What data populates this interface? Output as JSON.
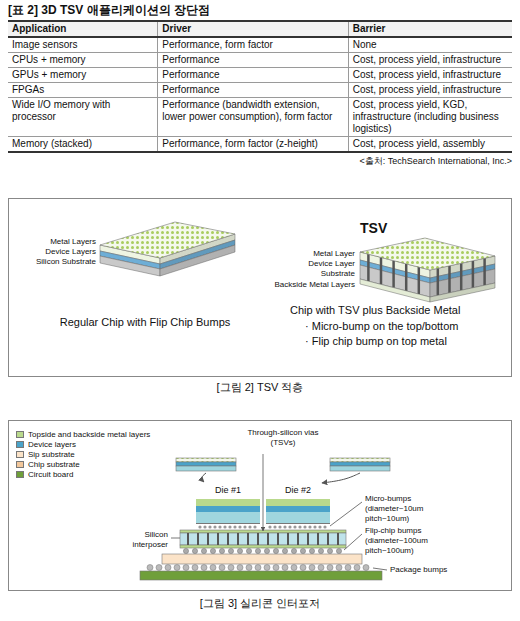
{
  "diagram": {
    "title": "[표 2] 3D TSV 애플리케이션의 장단점",
    "nodes": [
      {
        "text": [
          "Die #1"
        ]
      },
      {
        "text": [
          "Die #2"
        ]
      }
    ],
    "labels": [
      "Application",
      "Driver",
      "Barrier",
      "Image sensors",
      "Performance, form factor",
      "None",
      "CPUs + memory",
      "Performance",
      "Cost, process yield, infrastructure",
      "GPUs + memory",
      "Performance",
      "Cost, process yield, infrastructure",
      "FPGAs",
      "Performance",
      "Cost, process yield, infrastructure",
      "Wide I/O memory with processor",
      "Performance (bandwidth extension, lower power consumption), form factor",
      "Cost, process yield, KGD, infrastructure (including business logistics)",
      "Memory (stacked)",
      "Performance, form factor (z-height)",
      "Cost, process yield, assembly",
      "<출처: TechSearch International, Inc.>",
      "Metal Layers",
      "Device Layers",
      "Silicon Substrate",
      "TSV",
      "Metal Layer",
      "Device Layer",
      "Substrate",
      "Backside Metal Layers",
      "Regular Chip with Flip Chip Bumps",
      "Chip with TSV plus Backside Metal",
      "· Micro-bump on the top/bottom",
      "· Flip chip bump on top metal",
      "[그림 2] TSV 적층",
      "Through-silicon vias (TSVs)",
      "Silicon interposer",
      "Micro-bumps (diameter~10um pitch~10um)",
      "Flip-chip bumps (diameter~100um pitch~100um)",
      "Package bumps",
      "[그림 3] 실리콘 인터포저"
    ],
    "legend": [
      {
        "text": "Topside and backside metal layers",
        "color": "#b9d98c"
      },
      {
        "text": "Device layers",
        "color": "#4aa3c9"
      },
      {
        "text": "Sip substrate",
        "color": "#fbe3c8"
      },
      {
        "text": "Chip substrate",
        "color": "#f2c79b"
      },
      {
        "text": "Circuit board",
        "color": "#6f9f3a"
      }
    ]
  }
}
